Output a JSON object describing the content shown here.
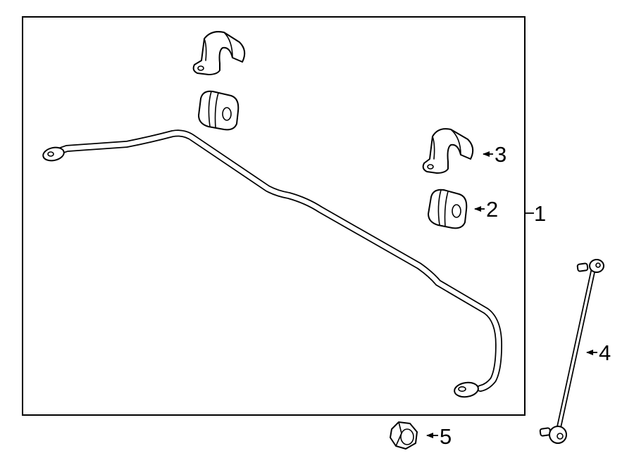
{
  "callouts": [
    {
      "id": 1,
      "label": "1",
      "part": "stabilizer-bar"
    },
    {
      "id": 2,
      "label": "2",
      "part": "bushing"
    },
    {
      "id": 3,
      "label": "3",
      "part": "bracket"
    },
    {
      "id": 4,
      "label": "4",
      "part": "stabilizer-link"
    },
    {
      "id": 5,
      "label": "5",
      "part": "nut"
    }
  ],
  "colors": {
    "line": "#000000",
    "background": "#ffffff"
  }
}
